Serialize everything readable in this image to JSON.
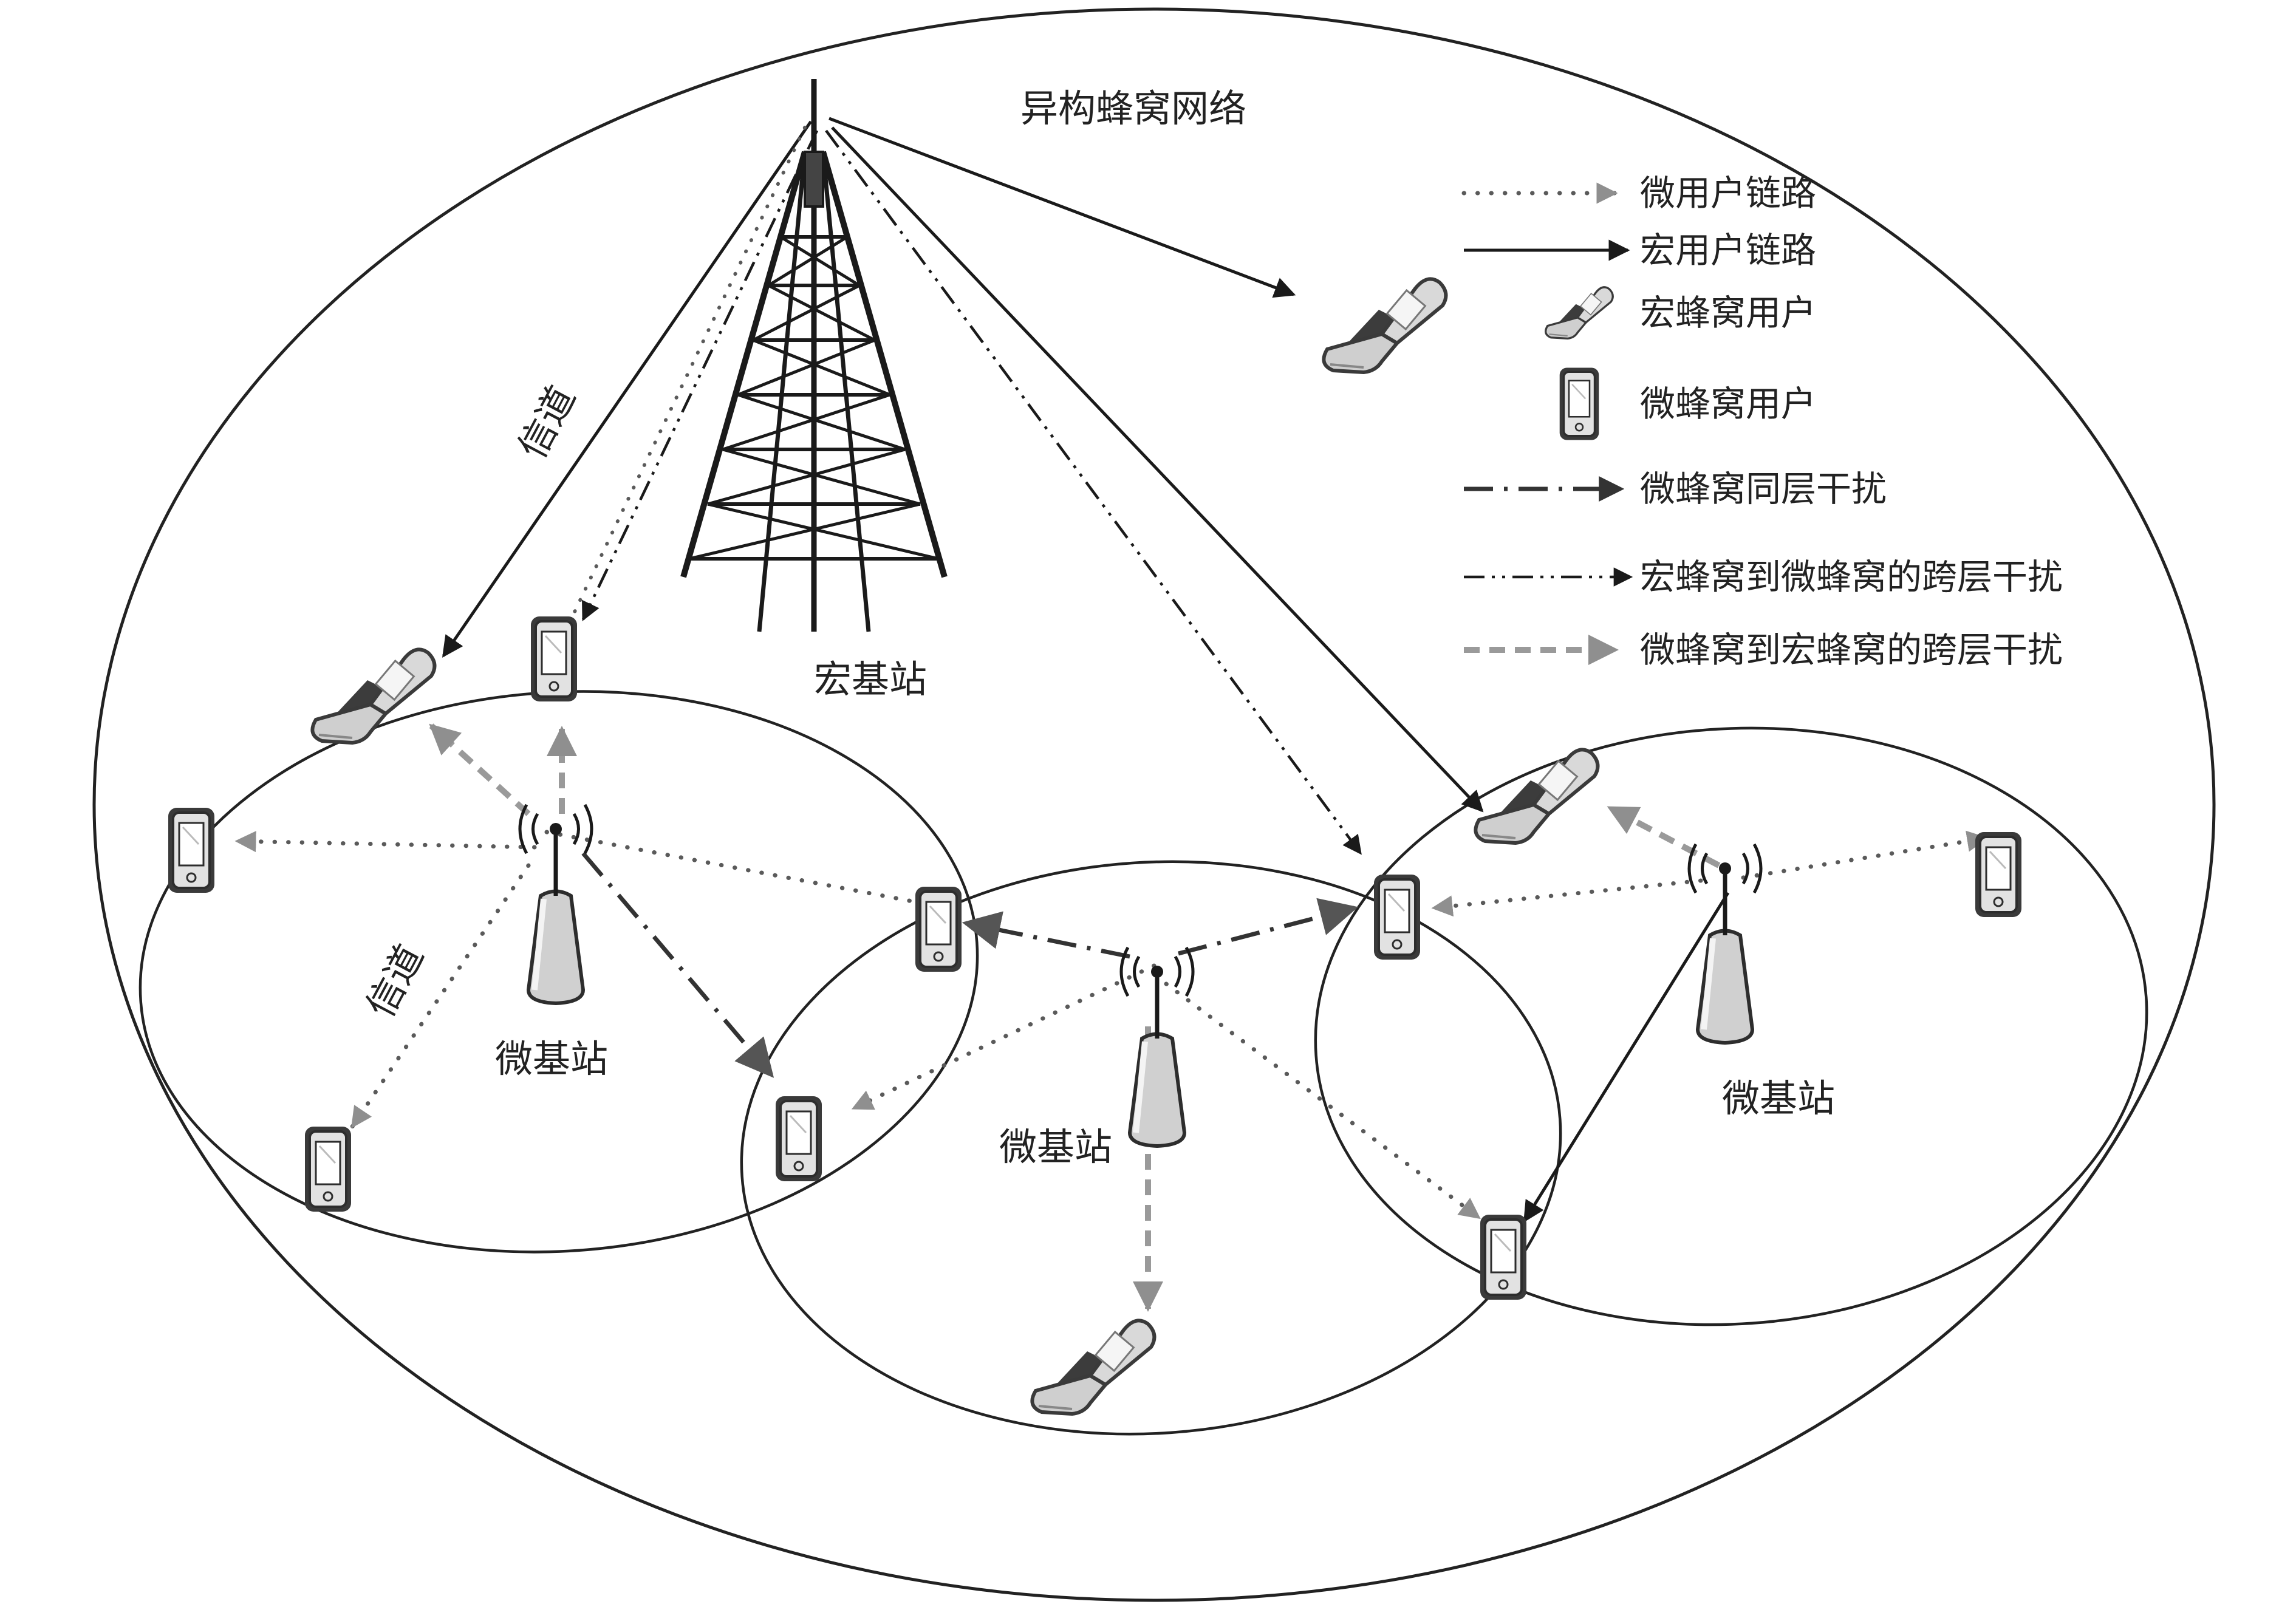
{
  "diagram": {
    "title": "异构蜂窝网络",
    "macro_bs_label": "宏基站",
    "micro_bs_labels": [
      "微基站",
      "微基站",
      "微基站"
    ],
    "channel_labels": [
      "信道",
      "信道"
    ]
  },
  "legend": {
    "items": [
      {
        "label": "微用户链路",
        "style": "dotted"
      },
      {
        "label": "宏用户链路",
        "style": "solid"
      },
      {
        "label": "宏蜂窝用户",
        "style": "macro-phone-icon"
      },
      {
        "label": "微蜂窝用户",
        "style": "micro-phone-icon"
      },
      {
        "label": "微蜂窝同层干扰",
        "style": "long-dash-dot"
      },
      {
        "label": "宏蜂窝到微蜂窝的跨层干扰",
        "style": "dash-dot-dot"
      },
      {
        "label": "微蜂窝到宏蜂窝的跨层干扰",
        "style": "gray-dashed"
      }
    ]
  },
  "colors": {
    "line": "#1a1a1a",
    "gray_arrow": "#9a9a9a",
    "dark_arrow": "#333333",
    "device_fill": "#e6e6e6",
    "device_dark": "#4a4a4a"
  }
}
